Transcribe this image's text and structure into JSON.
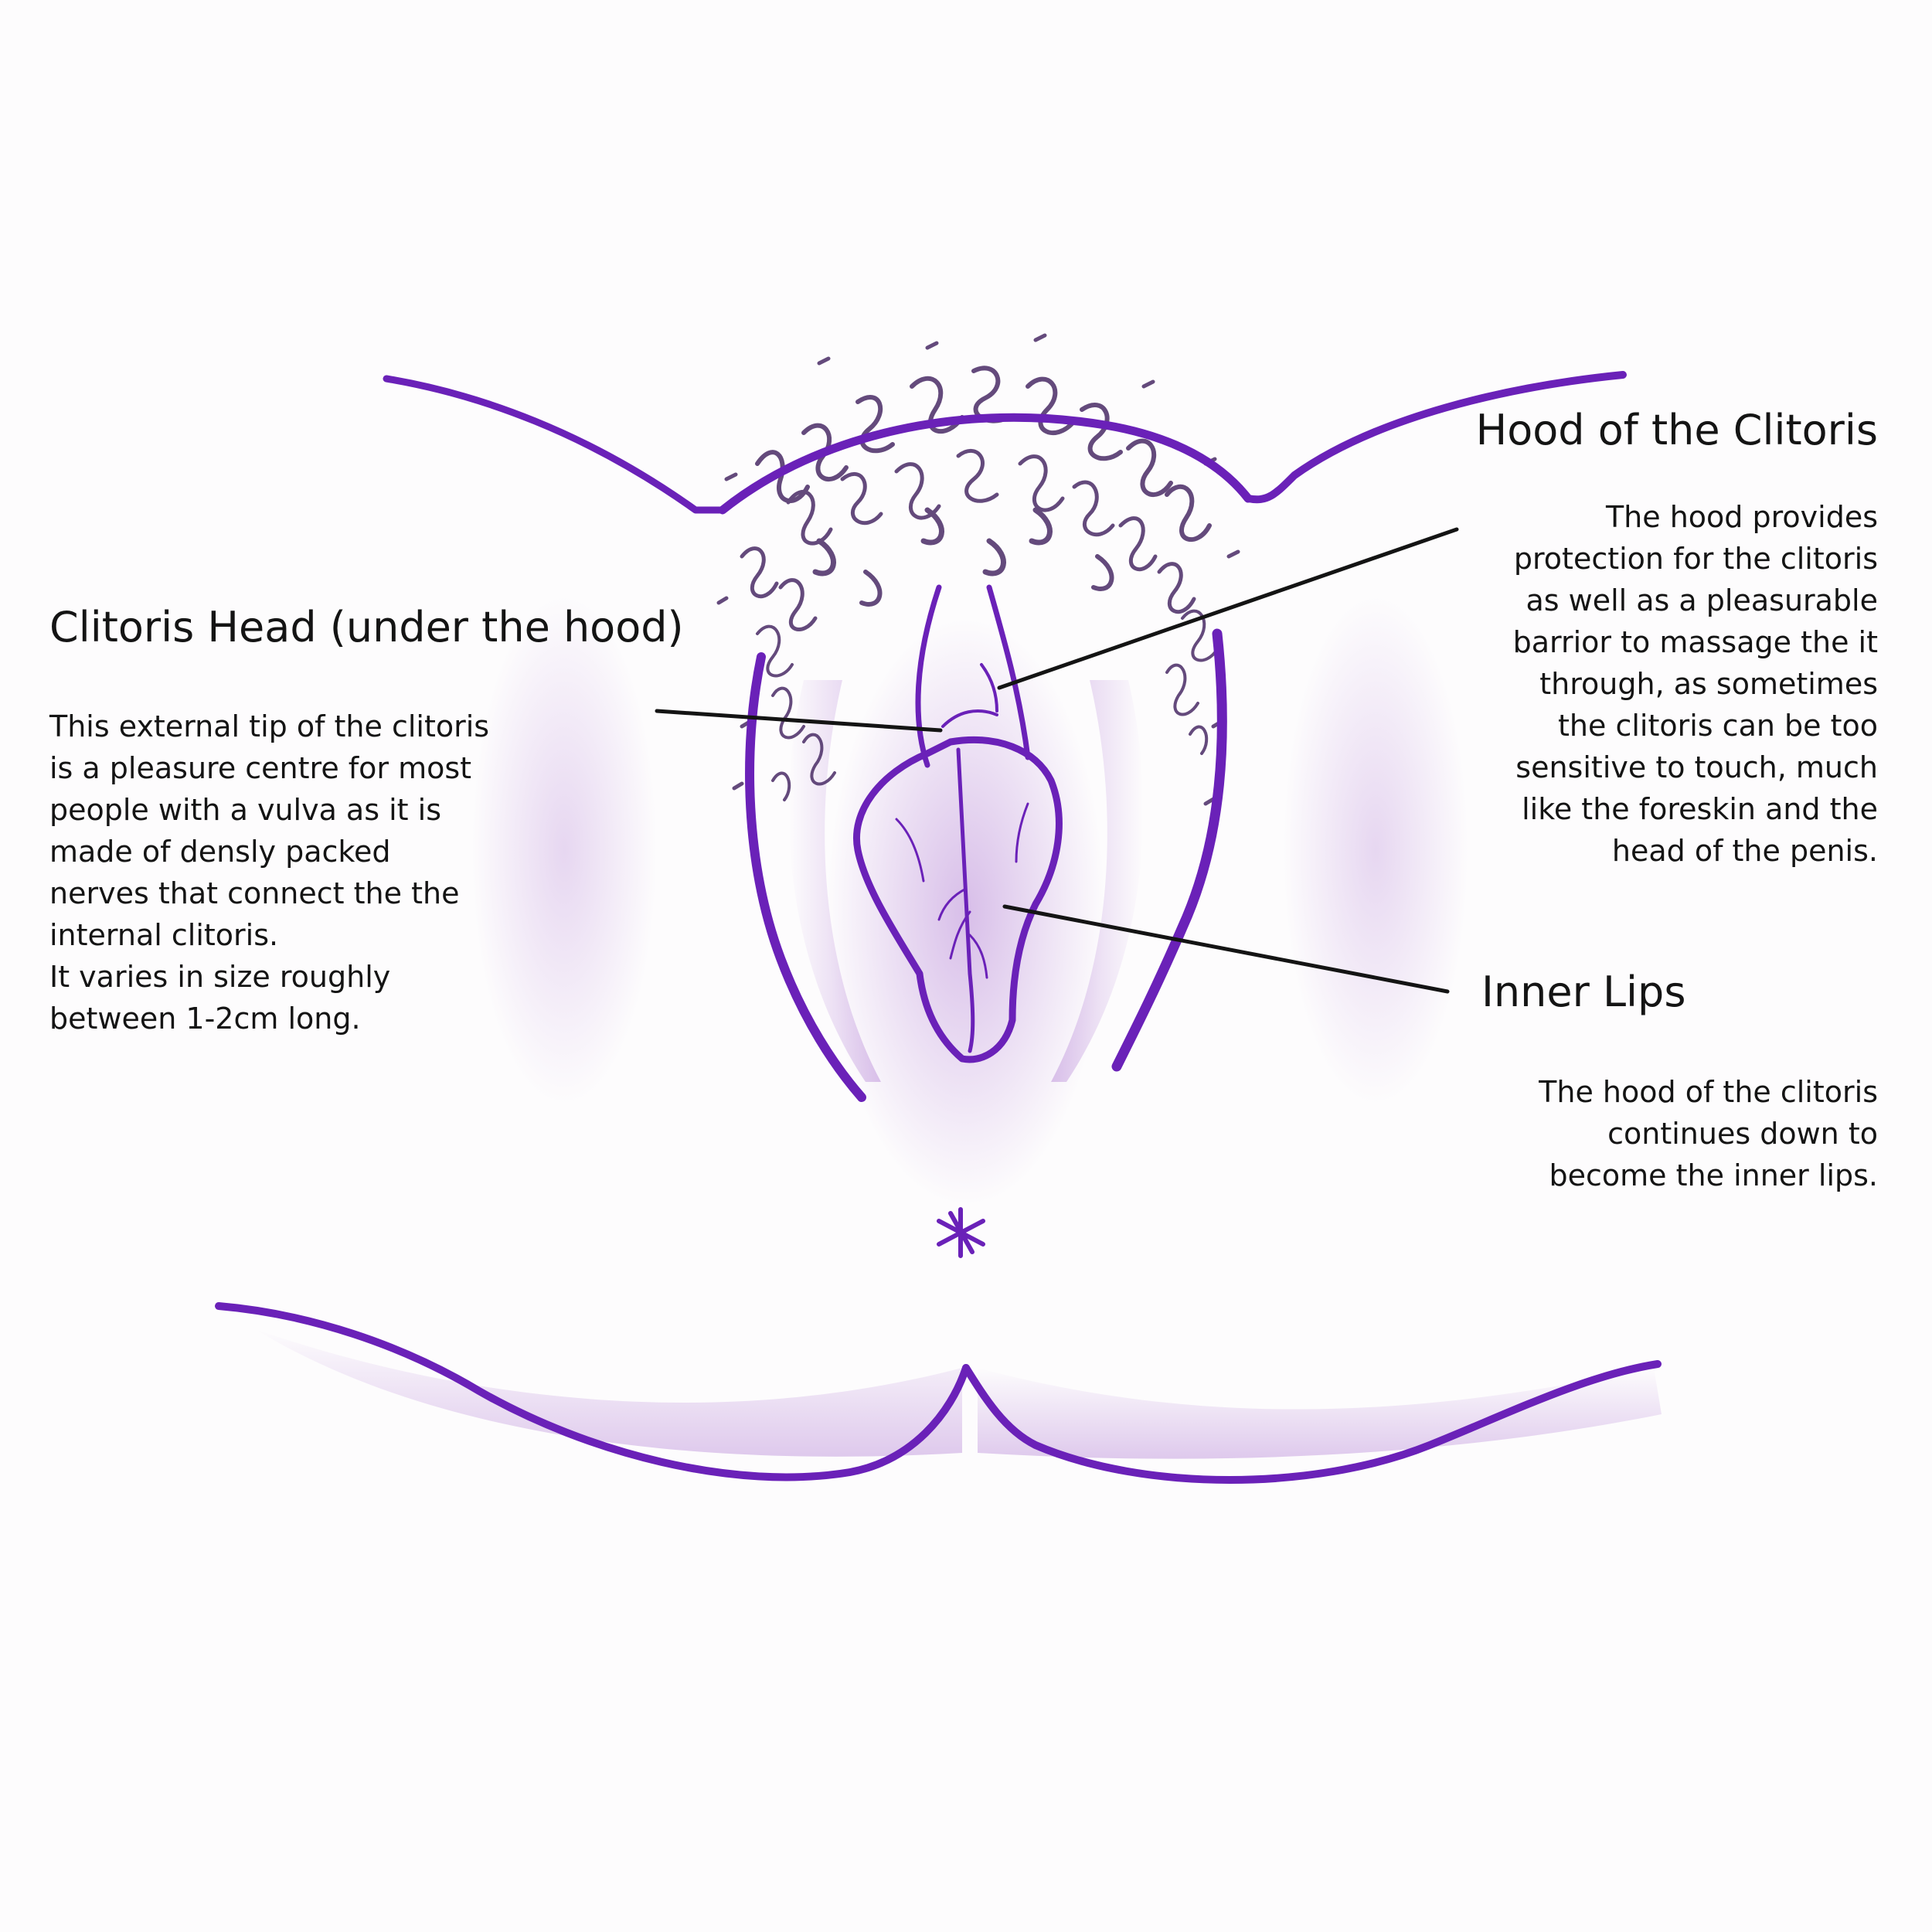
{
  "colors": {
    "outline": "#6a21b8",
    "shade": "#b98bd8",
    "hair": "#4a2c66",
    "leader_line": "#141414",
    "text": "#141414",
    "background": "#fdfcfd"
  },
  "labels": {
    "clitoris_head": {
      "title": "Clitoris Head (under the hood)",
      "lines": [
        "This external tip of the clitoris",
        "is a pleasure centre for most",
        "people with a vulva as it is",
        "made of densly packed",
        "nerves that connect the the",
        "internal clitoris.",
        "It varies in size roughly",
        "between 1-2cm long."
      ]
    },
    "hood": {
      "title": "Hood of the Clitoris",
      "lines": [
        "The hood provides",
        "protection for the clitoris",
        "as well as a pleasurable",
        "barrior to massage the it",
        "through, as sometimes",
        "the clitoris can be too",
        "sensitive to touch, much",
        "like the foreskin and the",
        "head of the penis."
      ]
    },
    "inner_lips": {
      "title": "Inner Lips",
      "lines": [
        "The hood of the clitoris",
        "continues down to",
        "become the inner lips."
      ]
    }
  }
}
